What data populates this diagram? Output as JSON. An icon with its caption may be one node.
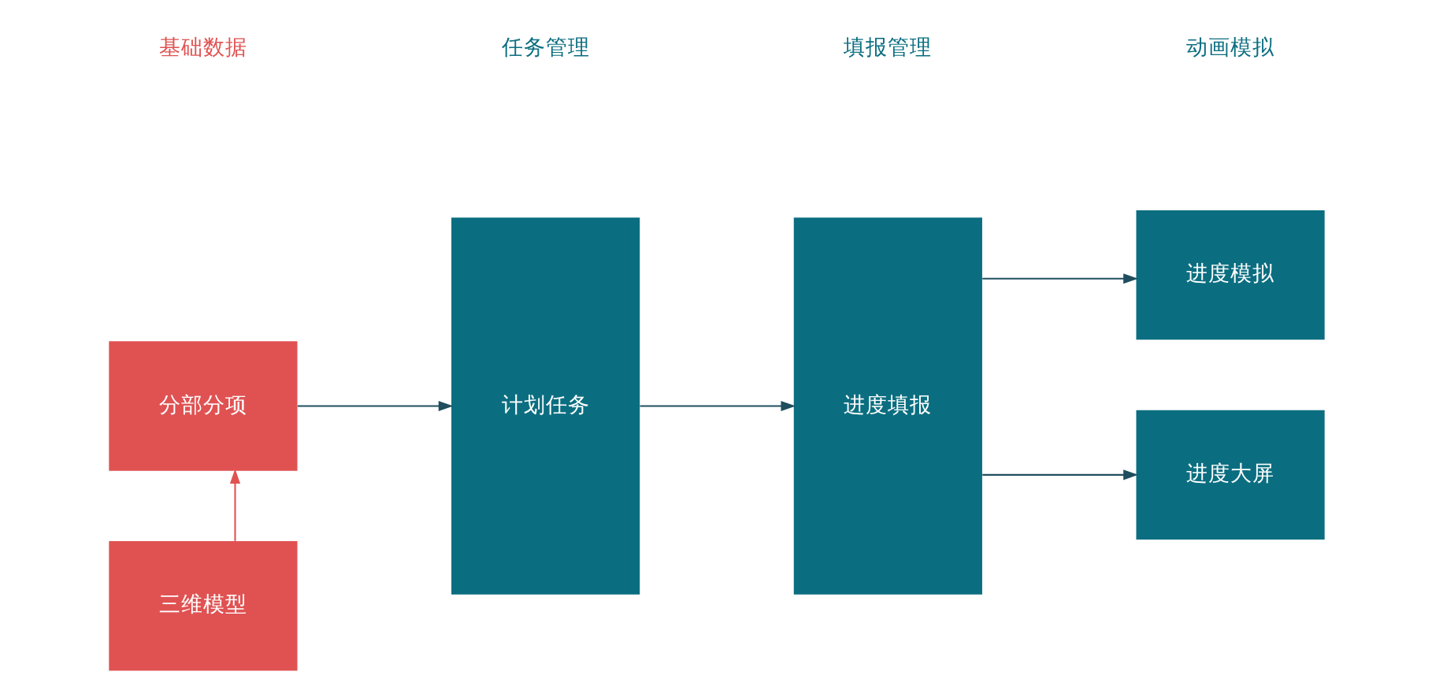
{
  "diagram": {
    "nodes": [
      {
        "text": [
          "分部分项"
        ]
      },
      {
        "text": [
          "三维模型"
        ]
      },
      {
        "text": [
          "计划任务"
        ]
      },
      {
        "text": [
          "进度填报"
        ]
      },
      {
        "text": [
          "进度模拟"
        ]
      },
      {
        "text": [
          "进度大屏"
        ]
      }
    ],
    "edges": [
      {
        "from": 1,
        "to": 0,
        "arrow": "to",
        "color": "#e05252"
      },
      {
        "from": 0,
        "to": 2,
        "arrow": "to"
      },
      {
        "from": 2,
        "to": 3,
        "arrow": "to"
      },
      {
        "from": 3,
        "to": 4,
        "arrow": "to"
      },
      {
        "from": 3,
        "to": 5,
        "arrow": "to"
      }
    ],
    "labels": [
      "基础数据",
      "任务管理",
      "填报管理",
      "动画模拟"
    ]
  }
}
